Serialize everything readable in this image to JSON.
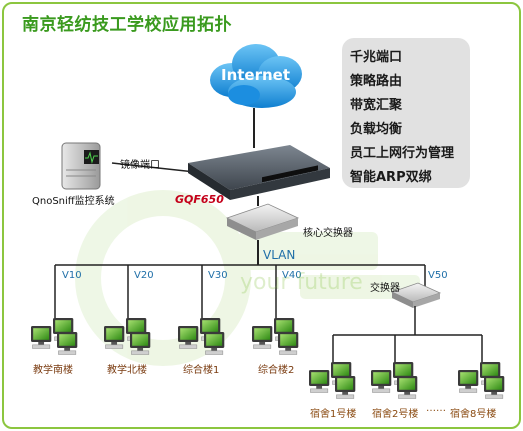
{
  "title": "南京轻纺技工学校应用拓扑",
  "features": [
    "千兆端口",
    "策略路由",
    "带宽汇聚",
    "负载均衡",
    "员工上网行为管理",
    "智能ARP双绑"
  ],
  "cloud_label": "Internet",
  "router_model": "GQF650",
  "mirror_port": "镜像端口",
  "monitor_system": "QnoSniff监控系统",
  "core_switch": "核心交换器",
  "vlan": "VLAN",
  "vlans": [
    "V10",
    "V20",
    "V30",
    "V40",
    "V50"
  ],
  "sub_switch": "交换器",
  "buildings": [
    "教学南楼",
    "教学北楼",
    "综合楼1",
    "综合楼2"
  ],
  "dorms": [
    "宿舍1号楼",
    "宿舍2号楼",
    "……",
    "宿舍8号楼"
  ],
  "watermark": "your future",
  "colors": {
    "border": "#8cc63f",
    "title": "#3a9a1e",
    "cloud": "#1e93e0",
    "vlan_text": "#1f6fa8"
  }
}
